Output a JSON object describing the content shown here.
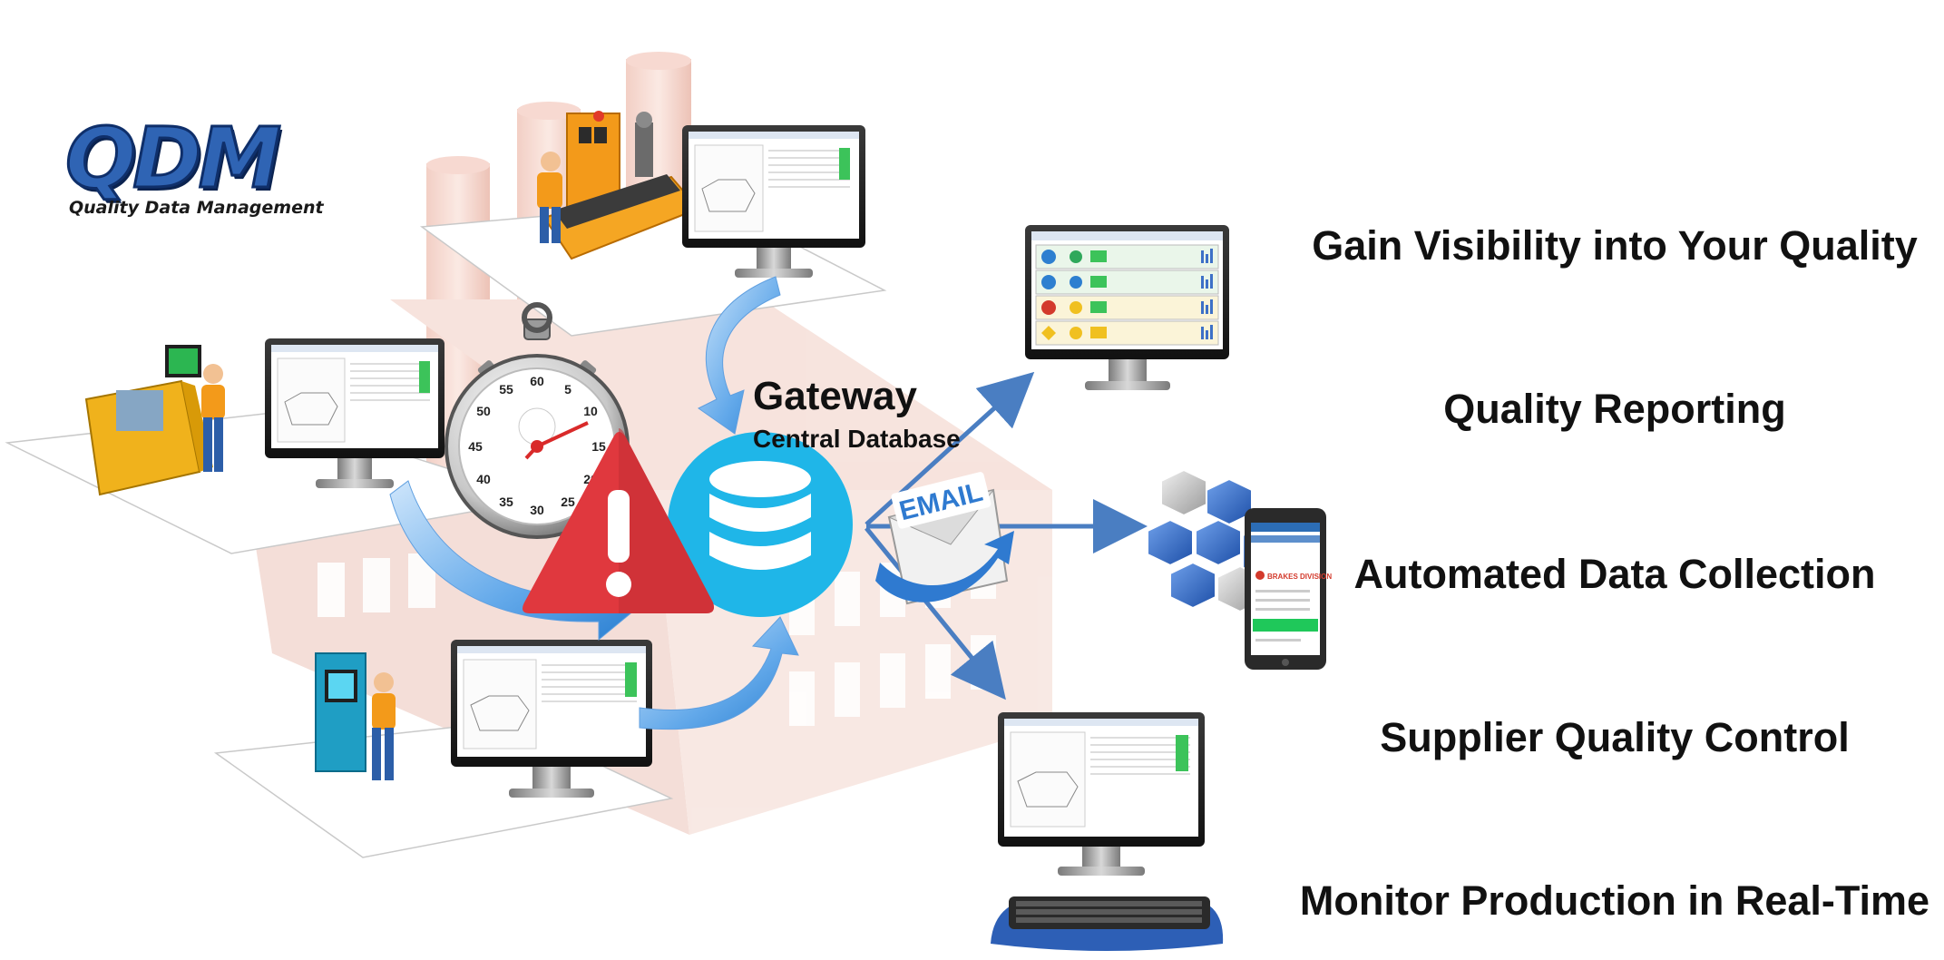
{
  "logo": {
    "brand": "QDM",
    "tagline": "Quality Data Management"
  },
  "gateway": {
    "title": "Gateway",
    "subtitle": "Central Database"
  },
  "email_badge": "EMAIL",
  "stopwatch_numbers": [
    "60",
    "5",
    "10",
    "15",
    "20",
    "25",
    "30",
    "35",
    "40",
    "45",
    "50",
    "55"
  ],
  "mobile_screen": {
    "division": "BRAKES DIVISION"
  },
  "features": [
    "Gain Visibility into Your Quality",
    "Quality Reporting",
    "Automated Data Collection",
    "Supplier Quality Control",
    "Monitor Production in Real-Time"
  ],
  "colors": {
    "arrow_blue": "#4a7ec2",
    "database_cyan": "#1fb6e8",
    "warning_red": "#e0383e",
    "logo_blue": "#2f64b4",
    "factory_tint": "#f3d9d2"
  }
}
